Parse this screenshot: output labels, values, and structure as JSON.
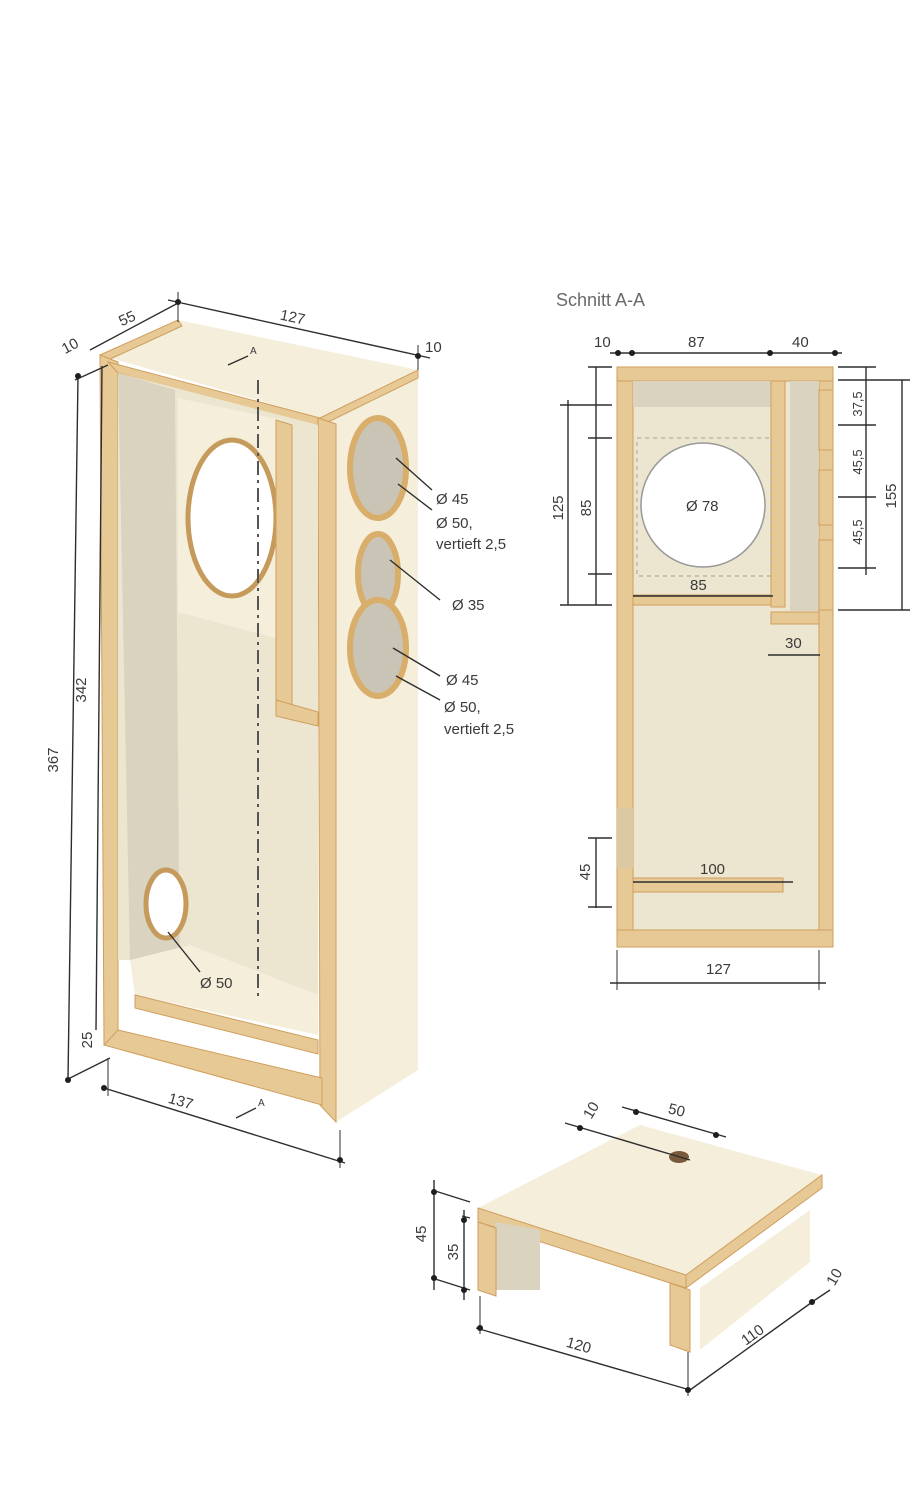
{
  "colors": {
    "plywood_edge": "#e7c996",
    "plywood_face": "#f4eedb",
    "dimension_line": "#2e2e2e",
    "text": "#3a3a3a",
    "title_text": "#6a6a6a"
  },
  "iso_view": {
    "dimensions": {
      "depth_55": "55",
      "width_127": "127",
      "wall_left_10": "10",
      "wall_right_10": "10",
      "height_367": "367",
      "height_342": "342",
      "base_25": "25",
      "bottom_137": "137"
    },
    "section_marker_top": "A",
    "section_marker_bottom": "A",
    "holes": [
      {
        "line1": "Ø 45"
      },
      {
        "line1": "Ø 50,",
        "line2": "vertieft 2,5"
      },
      {
        "line1": "Ø 35"
      },
      {
        "line1": "Ø 45"
      },
      {
        "line1": "Ø 50,",
        "line2": "vertieft 2,5"
      }
    ],
    "port_label": "Ø 50"
  },
  "section_view": {
    "title": "Schnitt A-A",
    "dimensions": {
      "top_10": "10",
      "top_87": "87",
      "top_40": "40",
      "right_37_5": "37,5",
      "right_45_5_a": "45,5",
      "right_45_5_b": "45,5",
      "right_155": "155",
      "left_125": "125",
      "left_85": "85",
      "inner_85": "85",
      "inner_30": "30",
      "inner_100": "100",
      "left_45": "45",
      "bottom_127": "127"
    },
    "driver_label": "Ø 78"
  },
  "stand_view": {
    "dimensions": {
      "top_10": "10",
      "top_50": "50",
      "height_45": "45",
      "height_35": "35",
      "width_120": "120",
      "depth_110": "110",
      "wall_10": "10"
    }
  }
}
